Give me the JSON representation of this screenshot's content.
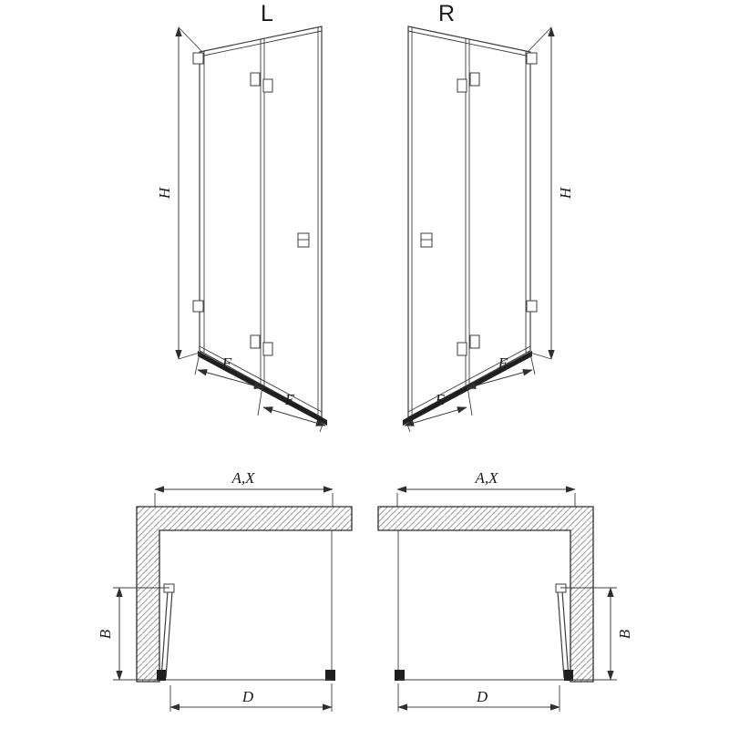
{
  "titles": {
    "left": "L",
    "right": "R"
  },
  "labels": {
    "height": "H",
    "overall_width": "A,X",
    "fold_projection": "B",
    "clear_opening": "D",
    "panel_e": "E",
    "panel_f": "F"
  },
  "colors": {
    "line": "#3d3d3d",
    "hatch": "#9a9a9a",
    "dark_fill": "#1f1f1f",
    "background": "#ffffff"
  }
}
